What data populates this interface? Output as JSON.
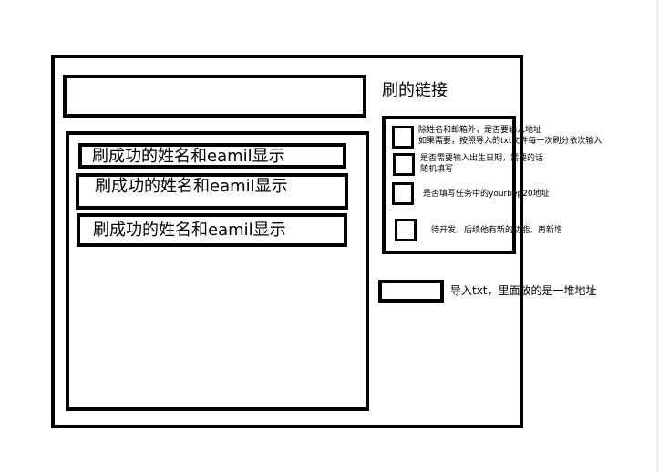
{
  "link_section": {
    "label": "刷的链接",
    "input_value": ""
  },
  "results": {
    "rows": [
      "刷成功的姓名和eamil显示",
      "刷成功的姓名和eamil显示",
      "刷成功的姓名和eamil显示"
    ]
  },
  "options": [
    {
      "checked": false,
      "line1": "除姓名和邮箱外，是否要输入地址",
      "line2": "如果需要，按照导入的txt文件每一次刷分依次输入"
    },
    {
      "checked": false,
      "line1": "是否需要输入出生日期，需要的话",
      "line2": "随机填写"
    },
    {
      "checked": false,
      "line1": "是否填写任务中的yourbep20地址",
      "line2": ""
    },
    {
      "checked": false,
      "line1": "待开发，后续他有新的功能，再新增",
      "line2": ""
    }
  ],
  "import": {
    "button_label": "",
    "description": "导入txt，里面放的是一堆地址"
  },
  "colors": {
    "stroke": "#000000",
    "background": "#ffffff"
  }
}
